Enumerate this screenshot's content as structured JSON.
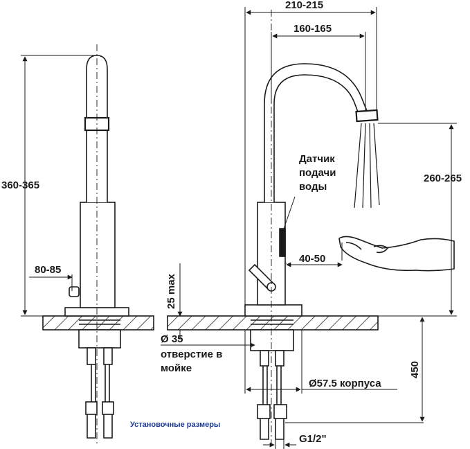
{
  "dimensions": {
    "side_height": "360-365",
    "side_handle_offset": "80-85",
    "front_width_total": "210-215",
    "front_reach": "160-165",
    "spout_height": "260-265",
    "deck_thickness": "25 max",
    "hole_diameter": "Ø 35",
    "sensor_distance": "40-50",
    "body_diameter": "Ø57.5 корпуса",
    "hose_length": "450",
    "thread": "G1/2\""
  },
  "labels": {
    "sensor_line1": "Датчик",
    "sensor_line2": "подачи",
    "sensor_line3": "воды",
    "hole_line1": "отверстие в",
    "hole_line2": "мойке"
  },
  "caption": "Установочные размеры",
  "colors": {
    "line": "#1a1a1a",
    "caption": "#1f3d99"
  }
}
